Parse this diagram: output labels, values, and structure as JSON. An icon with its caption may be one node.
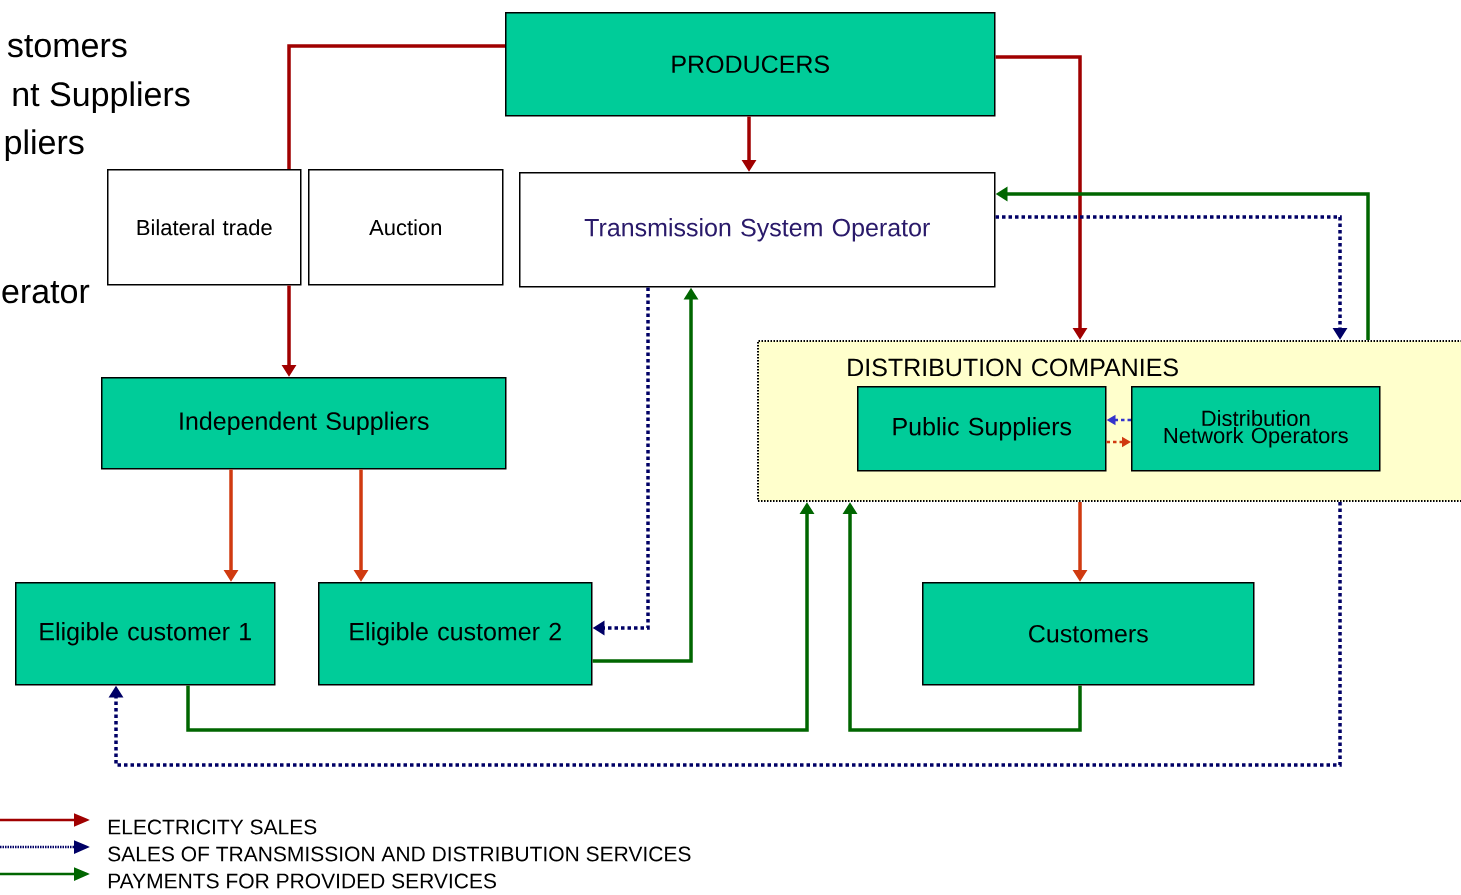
{
  "diagram": {
    "nodes": [
      {
        "text": [
          "PRODUCERS"
        ]
      },
      {
        "text": [
          "Bilateral trade"
        ]
      },
      {
        "text": [
          "Auction"
        ]
      },
      {
        "text": [
          "Transmission System Operator"
        ]
      },
      {
        "text": [
          "DISTRIBUTION COMPANIES"
        ]
      },
      {
        "text": [
          "Public Suppliers"
        ],
        "in": 4
      },
      {
        "text": [
          "Distribution Network Operators"
        ],
        "in": 4
      },
      {
        "text": [
          "Independent Suppliers"
        ]
      },
      {
        "text": [
          "Eligible customer 1"
        ]
      },
      {
        "text": [
          "Eligible customer 2"
        ]
      },
      {
        "text": [
          "Customers"
        ]
      }
    ],
    "edges": [
      {
        "from": 0,
        "to": 1,
        "arrow": "none",
        "color": "#a00000"
      },
      {
        "from": 1,
        "to": 7,
        "arrow": "to",
        "color": "#a00000"
      },
      {
        "from": 0,
        "to": 3,
        "arrow": "to",
        "color": "#a00000"
      },
      {
        "from": 0,
        "to": 4,
        "arrow": "to",
        "color": "#a00000"
      },
      {
        "from": 7,
        "to": 8,
        "arrow": "to",
        "color": "#d03a10"
      },
      {
        "from": 7,
        "to": 9,
        "arrow": "to",
        "color": "#d03a10"
      },
      {
        "from": 3,
        "to": 9,
        "arrow": "to",
        "style": "dashed",
        "color": "#000066"
      },
      {
        "from": 9,
        "to": 3,
        "arrow": "to",
        "color": "#006600"
      },
      {
        "from": 4,
        "to": 3,
        "arrow": "to",
        "color": "#006600"
      },
      {
        "from": 3,
        "to": 4,
        "arrow": "to",
        "style": "dashed",
        "color": "#000066"
      },
      {
        "from": 6,
        "to": 5,
        "arrow": "to",
        "style": "dashed",
        "color": "#3333cc"
      },
      {
        "from": 5,
        "to": 6,
        "arrow": "to",
        "style": "dashed",
        "color": "#d03a10"
      },
      {
        "from": 4,
        "to": 10,
        "arrow": "to",
        "color": "#d03a10"
      },
      {
        "from": 8,
        "to": 4,
        "arrow": "to",
        "color": "#006600"
      },
      {
        "from": 10,
        "to": 4,
        "arrow": "to",
        "color": "#006600"
      },
      {
        "from": 4,
        "to": 8,
        "arrow": "to",
        "style": "dashed",
        "color": "#000066"
      }
    ],
    "labels": [
      "stomers",
      "nt Suppliers",
      "pliers",
      "erator"
    ],
    "legend": [
      {
        "text": "ELECTRICITY SALES"
      },
      {
        "text": "SALES OF TRANSMISSION AND DISTRIBUTION SERVICES"
      },
      {
        "text": "PAYMENTS FOR PROVIDED SERVICES"
      }
    ]
  }
}
